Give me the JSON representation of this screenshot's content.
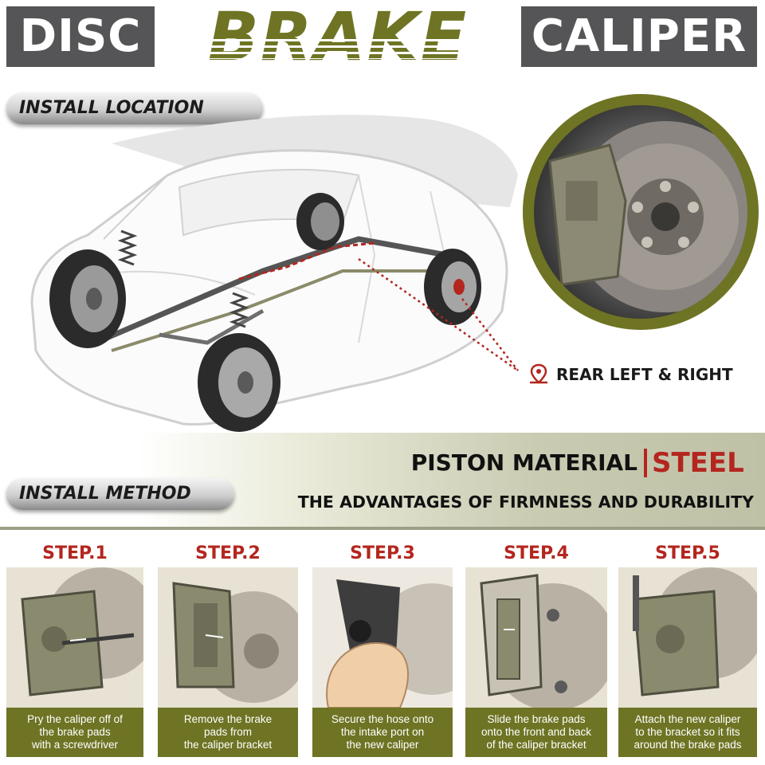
{
  "title": {
    "left": "DISC",
    "middle": "BRAKE",
    "right": "CALIPER"
  },
  "install_location": {
    "label": "INSTALL LOCATION",
    "position_label": "REAR LEFT & RIGHT"
  },
  "install_method": {
    "label": "INSTALL METHOD"
  },
  "material": {
    "prefix": "PISTON MATERIAL",
    "value": "STEEL",
    "advantages": "THE ADVANTAGES OF FIRMNESS AND DURABILITY"
  },
  "colors": {
    "olive": "#6e7423",
    "red": "#b3261e",
    "gray": "#555557"
  },
  "steps": [
    {
      "title": "STEP.1",
      "lines": [
        "Pry the caliper off of",
        "the brake pads",
        "with a screwdriver"
      ]
    },
    {
      "title": "STEP.2",
      "lines": [
        "Remove the brake",
        "pads from",
        "the caliper bracket"
      ]
    },
    {
      "title": "STEP.3",
      "lines": [
        "Secure the hose onto",
        "the intake port on",
        "the new caliper"
      ]
    },
    {
      "title": "STEP.4",
      "lines": [
        "Slide the brake pads",
        "onto the front and back",
        "of the caliper bracket"
      ]
    },
    {
      "title": "STEP.5",
      "lines": [
        "Attach the new caliper",
        "to the bracket so it fits",
        "around the brake pads"
      ]
    }
  ]
}
